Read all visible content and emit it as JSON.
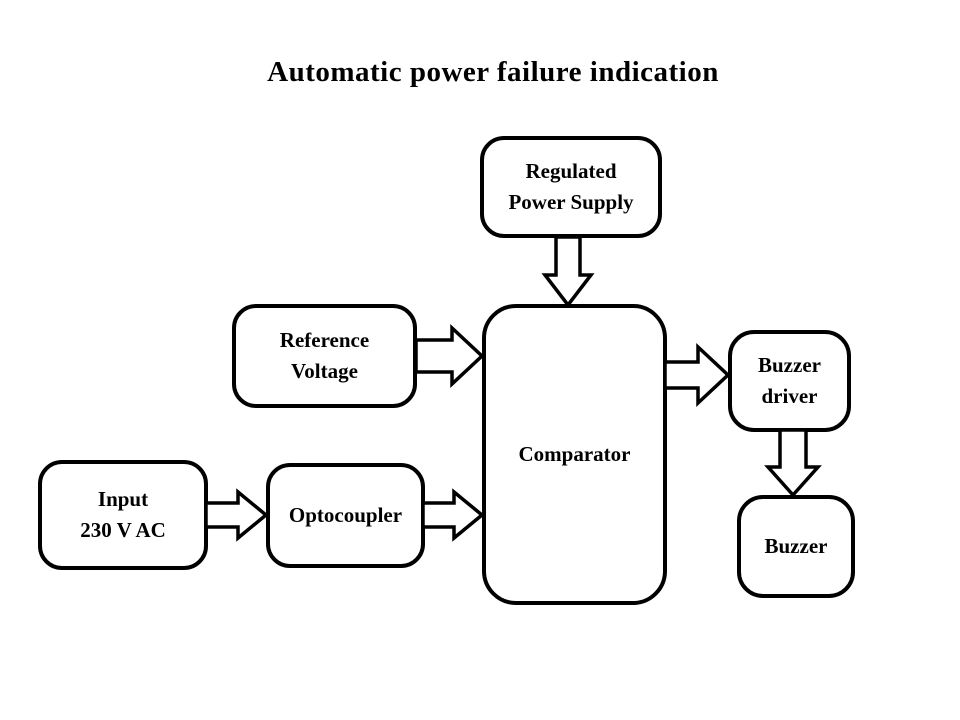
{
  "title": "Automatic power failure indication",
  "colors": {
    "background": "#ffffff",
    "box_fill": "#ffffff",
    "line": "#000000",
    "text": "#000000"
  },
  "nodes": {
    "regulated_power_supply": {
      "label": "Regulated\nPower Supply"
    },
    "reference_voltage": {
      "label": "Reference\nVoltage"
    },
    "input": {
      "label": "Input\n230 V AC"
    },
    "optocoupler": {
      "label": "Optocoupler"
    },
    "comparator": {
      "label": "Comparator"
    },
    "buzzer_driver": {
      "label": "Buzzer\ndriver"
    },
    "buzzer": {
      "label": "Buzzer"
    }
  },
  "edges": [
    {
      "from": "Regulated Power Supply",
      "to": "Comparator",
      "direction": "down"
    },
    {
      "from": "Reference Voltage",
      "to": "Comparator",
      "direction": "right"
    },
    {
      "from": "Input 230 V AC",
      "to": "Optocoupler",
      "direction": "right"
    },
    {
      "from": "Optocoupler",
      "to": "Comparator",
      "direction": "right"
    },
    {
      "from": "Comparator",
      "to": "Buzzer driver",
      "direction": "right"
    },
    {
      "from": "Buzzer driver",
      "to": "Buzzer",
      "direction": "down"
    }
  ]
}
